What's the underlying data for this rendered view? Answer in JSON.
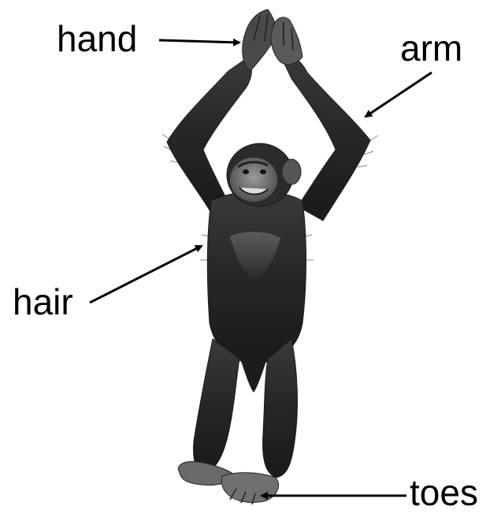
{
  "labels": {
    "hand": "hand",
    "arm": "arm",
    "hair": "hair",
    "toes": "toes"
  },
  "colors": {
    "background": "#ffffff",
    "text": "#000000",
    "arrow": "#000000",
    "fur_dark": "#1e1e1e",
    "fur_mid": "#3c3c3c",
    "skin": "#8a8a8a"
  },
  "figure": {
    "subject": "chimpanzee",
    "style": "grayscale photo with labeled arrows"
  }
}
